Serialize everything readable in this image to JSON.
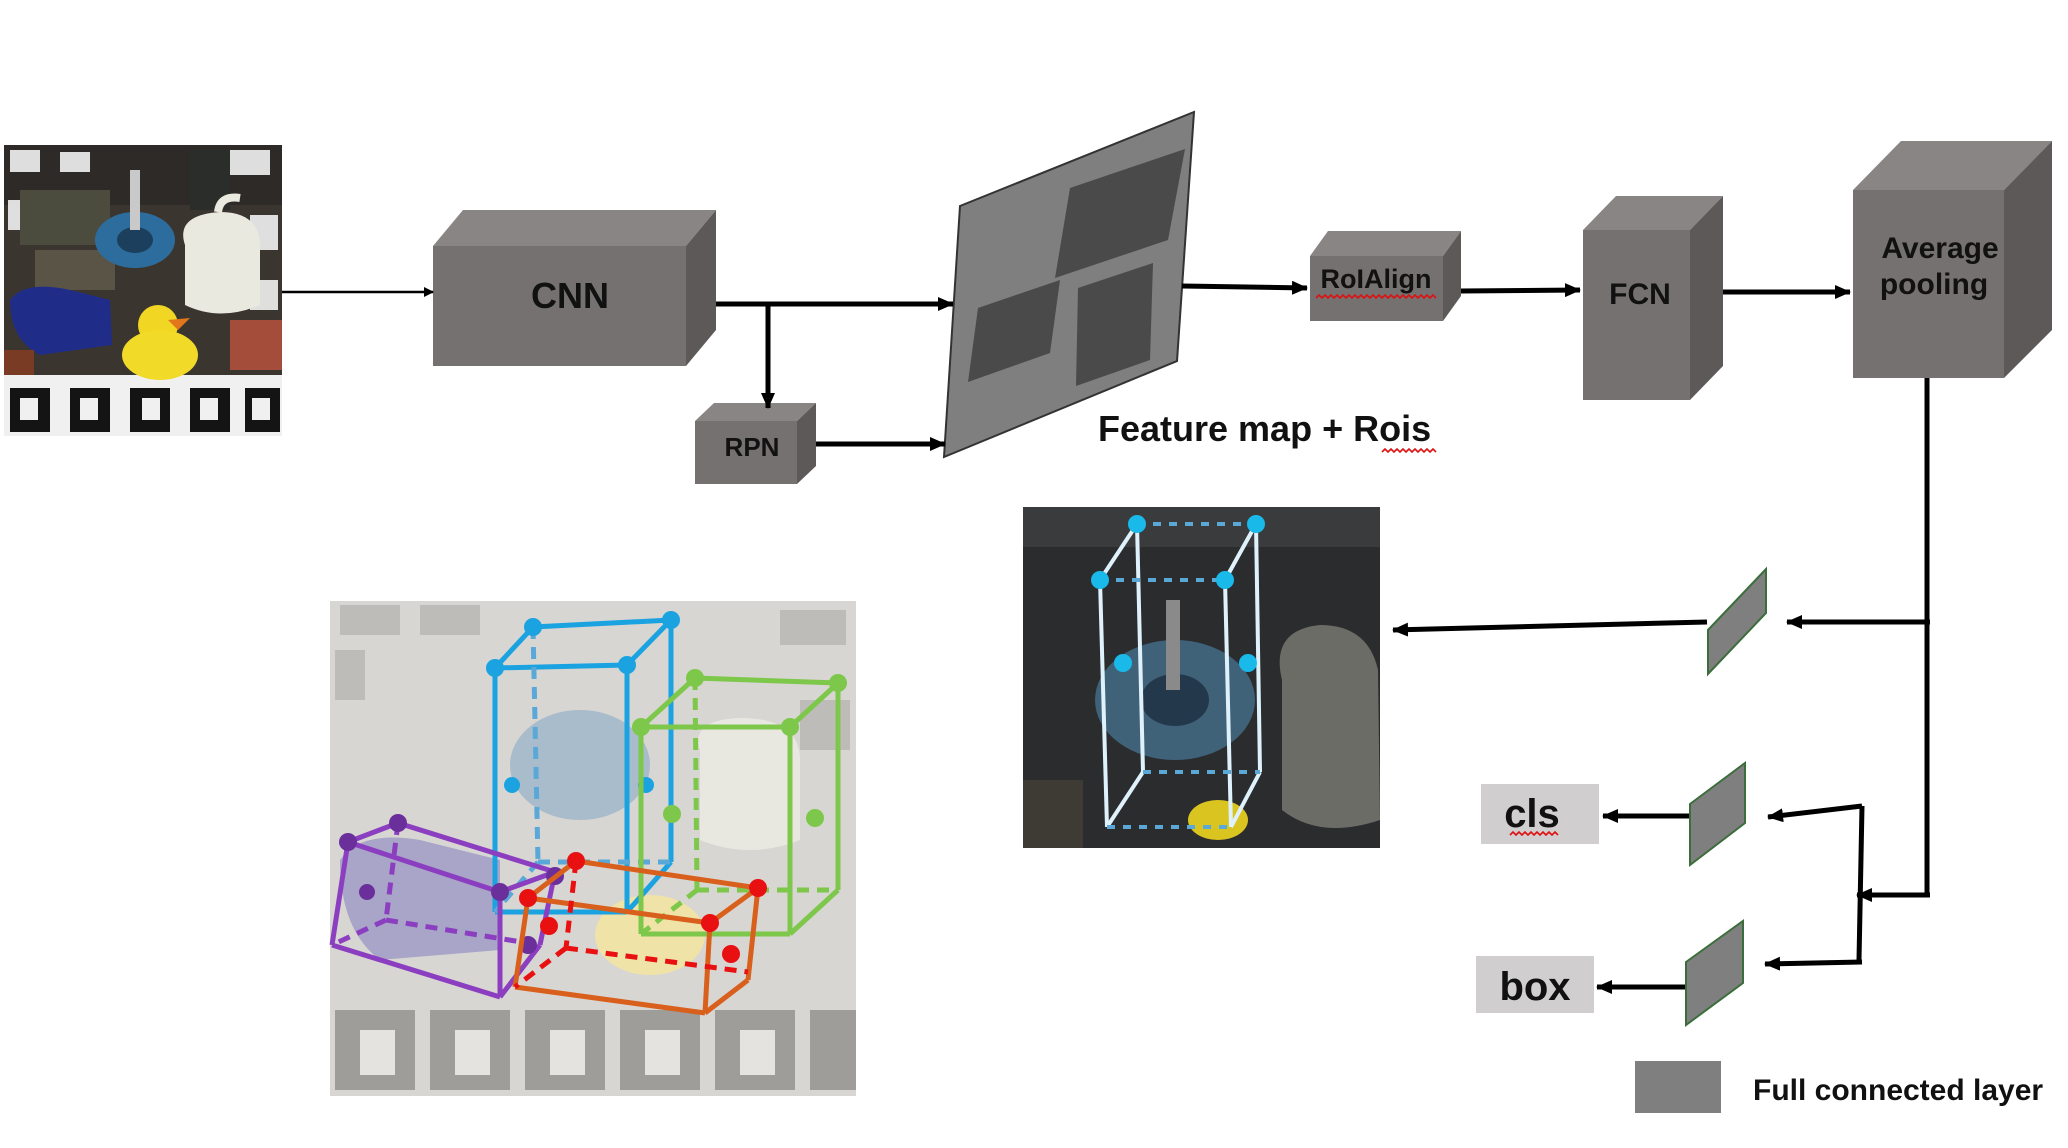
{
  "colors": {
    "block_front": "#767171",
    "block_top": "#8a8585",
    "block_side": "#5d5959",
    "feature_map": "#7f7f7f",
    "roi": "#4a4a4a",
    "fc_layer": "#7f7f7f",
    "fc_border": "#3c6e3c",
    "output_box": "#d0cece",
    "arrow": "#000000",
    "bbox_blue": "#1aa3e0",
    "bbox_green": "#7dc74a",
    "bbox_purple": "#8b3fc0",
    "bbox_orange": "#d8601c",
    "keypoint_red": "#e81010",
    "bbox_white": "#dff2fb",
    "keypoint_cyan": "#19b9ea"
  },
  "blocks": {
    "cnn": "CNN",
    "rpn": "RPN",
    "roialign": "RoIAlign",
    "fcn": "FCN",
    "avgpool_line1": "Average",
    "avgpool_line2": "pooling"
  },
  "feature_map_label": "Feature map + Rois",
  "outputs": {
    "cls": "cls",
    "box": "box"
  },
  "legend": {
    "label": "Full connected layer"
  },
  "images": {
    "input": "input-scene-image",
    "result_multi": "multi-object-3d-boxes-image",
    "result_single": "single-object-3d-box-image"
  }
}
